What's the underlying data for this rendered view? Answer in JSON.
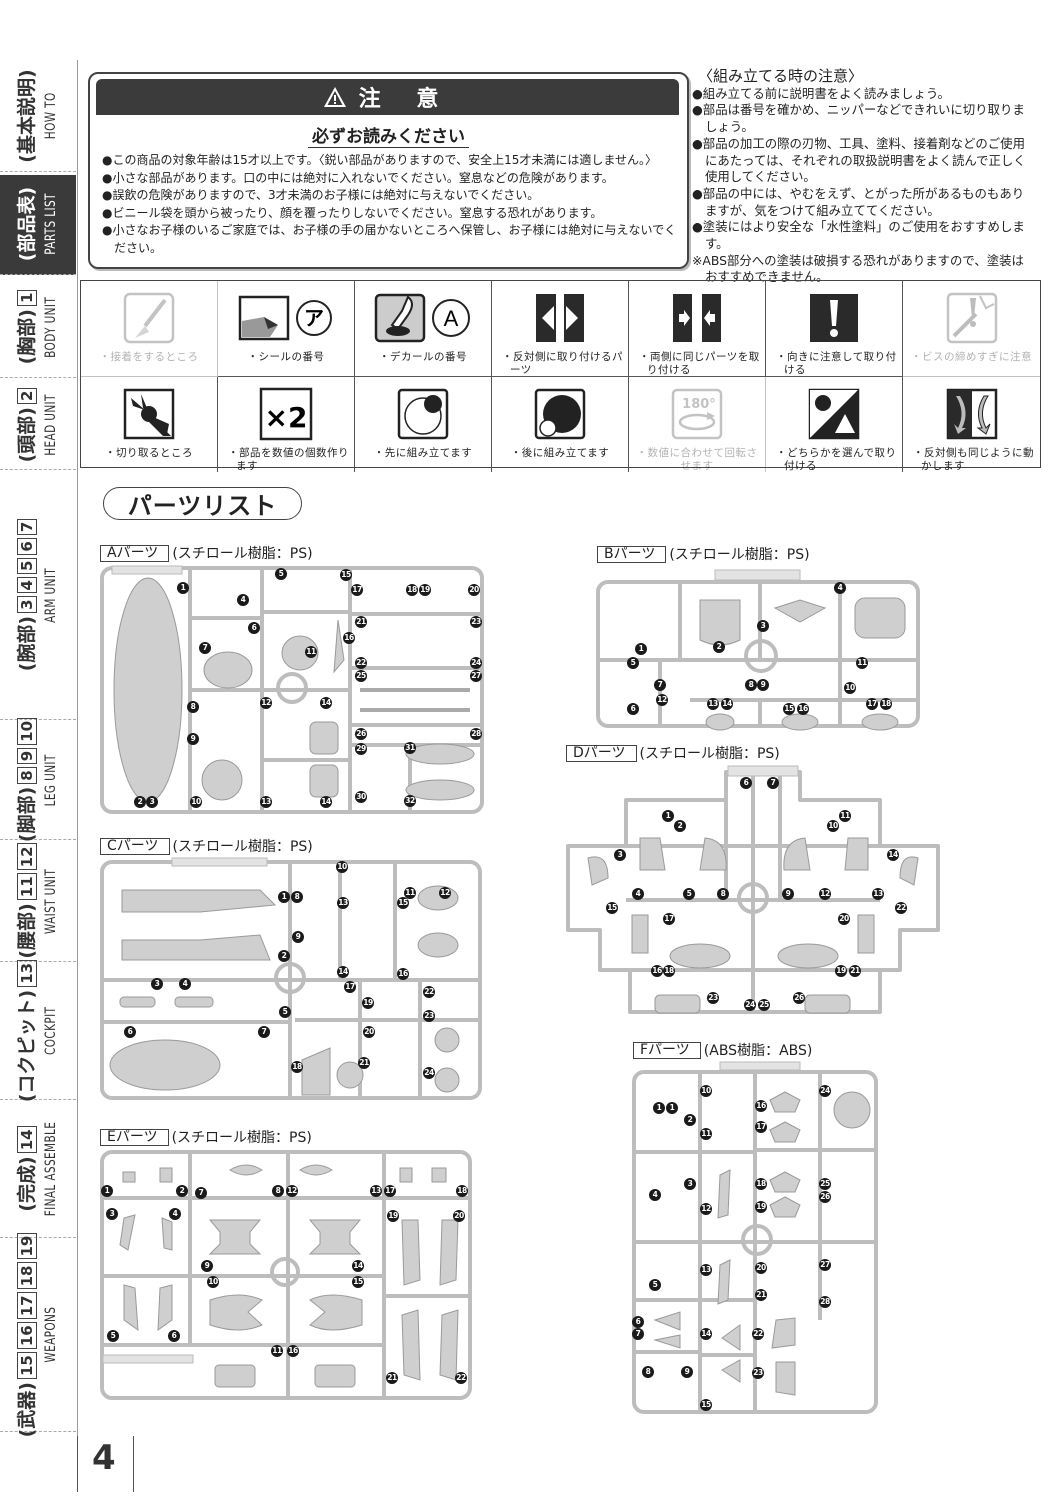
{
  "sidebar": {
    "tabs": [
      {
        "jp": "(基本説明)",
        "nums": [],
        "en": "HOW TO"
      },
      {
        "jp": "(部品表)",
        "nums": [],
        "en": "PARTS LIST"
      },
      {
        "jp": "(胸部)",
        "nums": [
          "1"
        ],
        "en": "BODY UNIT"
      },
      {
        "jp": "(頭部)",
        "nums": [
          "2"
        ],
        "en": "HEAD UNIT"
      },
      {
        "jp": "(腕部)",
        "nums": [
          "3",
          "4",
          "5",
          "6",
          "7"
        ],
        "en": "ARM UNIT"
      },
      {
        "jp": "(脚部)",
        "nums": [
          "8",
          "9",
          "10"
        ],
        "en": "LEG UNIT"
      },
      {
        "jp": "(腰部)",
        "nums": [
          "11",
          "12"
        ],
        "en": "WAIST UNIT"
      },
      {
        "jp": "(コクピット)",
        "nums": [
          "13"
        ],
        "en": "COCKPIT"
      },
      {
        "jp": "(完成)",
        "nums": [
          "14"
        ],
        "en": "FINAL ASSEMBLE"
      },
      {
        "jp": "(武器)",
        "nums": [
          "15",
          "16",
          "17",
          "18",
          "19"
        ],
        "en": "WEAPONS"
      }
    ],
    "active": "PARTS LIST"
  },
  "caution": {
    "title": "注 意",
    "subtitle": "必ずお読みください",
    "items": [
      "●この商品の対象年齢は15才以上です。〈鋭い部品がありますので、安全上15才未満には適しません。〉",
      "●小さな部品があります。口の中には絶対に入れないでください。窒息などの危険があります。",
      "●誤飲の危険がありますので、3才未満のお子様には絶対に与えないでください。",
      "●ビニール袋を頭から被ったり、顔を覆ったりしないでください。窒息する恐れがあります。",
      "●小さなお子様のいるご家庭では、お子様の手の届かないところへ保管し、お子様には絶対に与えないでください。"
    ]
  },
  "assembly_notes": {
    "title": "〈組み立てる時の注意〉",
    "items": [
      "●組み立てる前に説明書をよく読みましょう。",
      "●部品は番号を確かめ、ニッパーなどできれいに切り取りましょう。",
      "●部品の加工の際の刃物、工具、塗料、接着剤などのご使用にあたっては、それぞれの取扱説明書をよく読んで正しく使用してください。",
      "●部品の中には、やむをえず、とがった所があるものもありますが、気をつけて組み立ててください。",
      "●塗装にはより安全な「水性塗料」のご使用をおすすめします。",
      "※ABS部分への塗装は破損する恐れがありますので、塗装はおすすめできません。"
    ]
  },
  "legend": {
    "icon_text": {
      "sticker": "ア",
      "decal": "A",
      "multiply": "×2",
      "rotate": "180°"
    },
    "cells": [
      {
        "icon": "glue-brush-icon",
        "caption": "・接着をするところ"
      },
      {
        "icon": "sticker-icon",
        "caption": "・シールの番号"
      },
      {
        "icon": "decal-icon",
        "caption": "・デカールの番号"
      },
      {
        "icon": "opposite-side-icon",
        "caption": "・反対側に取り付けるパーツ"
      },
      {
        "icon": "both-sides-icon",
        "caption": "・両側に同じパーツを取り付ける"
      },
      {
        "icon": "attention-direction-icon",
        "caption": "・向きに注意して取り付ける"
      },
      {
        "icon": "screw-caution-icon",
        "caption": "・ビスの締めすぎに注意"
      },
      {
        "icon": "nipper-cut-icon",
        "caption": "・切り取るところ"
      },
      {
        "icon": "multiply-count-icon",
        "caption": "・部品を数値の個数作ります"
      },
      {
        "icon": "assemble-first-icon",
        "caption": "・先に組み立てます"
      },
      {
        "icon": "assemble-later-icon",
        "caption": "・後に組み立てます"
      },
      {
        "icon": "rotate-icon",
        "caption": "・数値に合わせて回転させます"
      },
      {
        "icon": "choose-one-icon",
        "caption": "・どちらかを選んで取り付ける"
      },
      {
        "icon": "move-same-icon",
        "caption": "・反対側も同じように動かします"
      }
    ]
  },
  "parts_list": {
    "title": "パーツリスト",
    "runners": [
      {
        "id": "A",
        "label": "Aパーツ",
        "material": "(スチロール樹脂：PS)",
        "parts": [
          "1",
          "5",
          "4",
          "15",
          "17",
          "18",
          "19",
          "20",
          "6",
          "7",
          "11",
          "21",
          "23",
          "16",
          "22",
          "24",
          "25",
          "27",
          "8",
          "12",
          "14",
          "9",
          "26",
          "28",
          "29",
          "31",
          "2",
          "3",
          "10",
          "13",
          "14",
          "30",
          "32"
        ]
      },
      {
        "id": "B",
        "label": "Bパーツ",
        "material": "(スチロール樹脂：PS)",
        "parts": [
          "4",
          "3",
          "1",
          "2",
          "5",
          "11",
          "7",
          "8",
          "9",
          "10",
          "12",
          "6",
          "13",
          "14",
          "15",
          "16",
          "17",
          "18"
        ]
      },
      {
        "id": "C",
        "label": "Cパーツ",
        "material": "(スチロール樹脂：PS)",
        "parts": [
          "10",
          "1",
          "8",
          "11",
          "12",
          "13",
          "15",
          "9",
          "2",
          "14",
          "16",
          "3",
          "4",
          "17",
          "22",
          "5",
          "19",
          "23",
          "6",
          "7",
          "20",
          "18",
          "21",
          "24"
        ]
      },
      {
        "id": "D",
        "label": "Dパーツ",
        "material": "(スチロール樹脂：PS)",
        "parts": [
          "6",
          "7",
          "1",
          "2",
          "11",
          "10",
          "3",
          "14",
          "4",
          "5",
          "8",
          "9",
          "12",
          "13",
          "15",
          "22",
          "17",
          "20",
          "16",
          "18",
          "19",
          "21",
          "23",
          "24",
          "25",
          "26"
        ]
      },
      {
        "id": "E",
        "label": "Eパーツ",
        "material": "(スチロール樹脂：PS)",
        "parts": [
          "1",
          "2",
          "7",
          "8",
          "12",
          "13",
          "17",
          "18",
          "3",
          "4",
          "19",
          "20",
          "9",
          "14",
          "10",
          "15",
          "5",
          "6",
          "11",
          "16",
          "21",
          "22"
        ]
      },
      {
        "id": "F",
        "label": "Fパーツ",
        "material": "(ABS樹脂：ABS)",
        "parts": [
          "1",
          "1",
          "10",
          "16",
          "24",
          "2",
          "11",
          "17",
          "3",
          "18",
          "25",
          "4",
          "26",
          "12",
          "19",
          "5",
          "13",
          "20",
          "27",
          "21",
          "28",
          "6",
          "7",
          "14",
          "22",
          "8",
          "9",
          "23",
          "15"
        ]
      }
    ]
  },
  "page_number": "4"
}
